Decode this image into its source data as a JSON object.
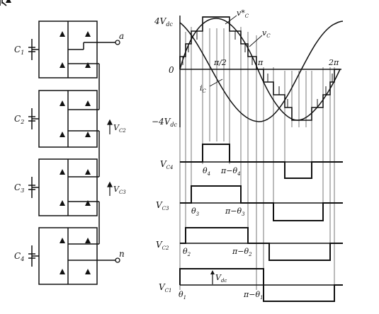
{
  "left": {
    "cells": [
      {
        "label": "C1",
        "main": "C",
        "sub": "1"
      },
      {
        "label": "C2",
        "main": "C",
        "sub": "2"
      },
      {
        "label": "C3",
        "main": "C",
        "sub": "3"
      },
      {
        "label": "C4",
        "main": "C",
        "sub": "4"
      }
    ],
    "terminal_a": "a",
    "terminal_n": "n",
    "vc2_label": {
      "main": "V",
      "sub": "C2"
    },
    "vc3_label": {
      "main": "V",
      "sub": "C3"
    }
  },
  "top_plot": {
    "y_top": {
      "main": "4V",
      "sub": "dc"
    },
    "y_zero": "0",
    "y_bottom": {
      "main": "−4V",
      "sub": "dc"
    },
    "pi_half": "π/2",
    "pi": "π",
    "two_pi": "2π",
    "vc_star": {
      "main": "v*",
      "sub": "C"
    },
    "vc": {
      "main": "v",
      "sub": "C"
    },
    "ic": {
      "main": "i",
      "sub": "C"
    }
  },
  "levels": [
    {
      "name": {
        "main": "V",
        "sub": "C4"
      },
      "start": {
        "main": "θ",
        "sub": "4"
      },
      "end": {
        "main": "π−θ",
        "sub": "4"
      }
    },
    {
      "name": {
        "main": "V",
        "sub": "C3"
      },
      "start": {
        "main": "θ",
        "sub": "3"
      },
      "end": {
        "main": "π−θ",
        "sub": "3"
      }
    },
    {
      "name": {
        "main": "V",
        "sub": "C2"
      },
      "start": {
        "main": "θ",
        "sub": "2"
      },
      "end": {
        "main": "π−θ",
        "sub": "2"
      }
    },
    {
      "name": {
        "main": "V",
        "sub": "C1"
      },
      "start": {
        "main": "θ",
        "sub": "1"
      },
      "end": {
        "main": "π−θ",
        "sub": "1"
      }
    }
  ],
  "vdc_arrow": {
    "main": "V",
    "sub": "dc"
  }
}
